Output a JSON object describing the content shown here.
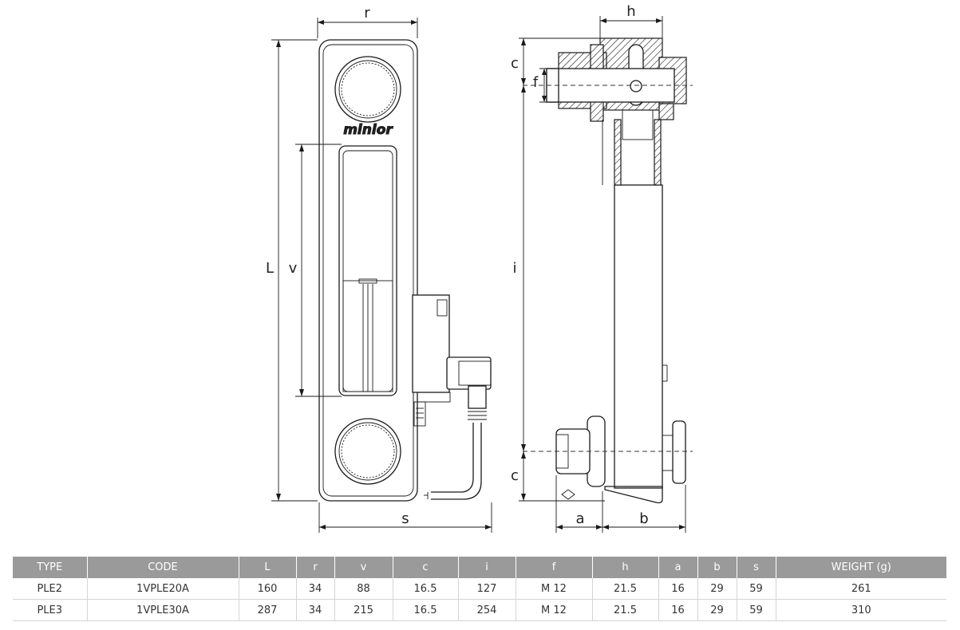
{
  "drawing": {
    "brand": "minlor",
    "front_labels": {
      "r": "r",
      "L": "L",
      "v": "v",
      "s": "s"
    },
    "side_labels": {
      "h": "h",
      "c_top": "c",
      "f": "f",
      "i": "i",
      "c_bottom": "c",
      "a": "a",
      "b": "b"
    }
  },
  "table": {
    "headers": [
      "TYPE",
      "CODE",
      "L",
      "r",
      "v",
      "c",
      "i",
      "f",
      "h",
      "a",
      "b",
      "s",
      "WEIGHT (g)"
    ],
    "rows": [
      [
        "PLE2",
        "1VPLE20A",
        "160",
        "34",
        "88",
        "16.5",
        "127",
        "M 12",
        "21.5",
        "16",
        "29",
        "59",
        "261"
      ],
      [
        "PLE3",
        "1VPLE30A",
        "287",
        "34",
        "215",
        "16.5",
        "254",
        "M 12",
        "21.5",
        "16",
        "29",
        "59",
        "310"
      ]
    ],
    "colors": {
      "header_bg": "#9a9a9a",
      "header_text": "#ffffff",
      "cell_text": "#333333"
    }
  }
}
